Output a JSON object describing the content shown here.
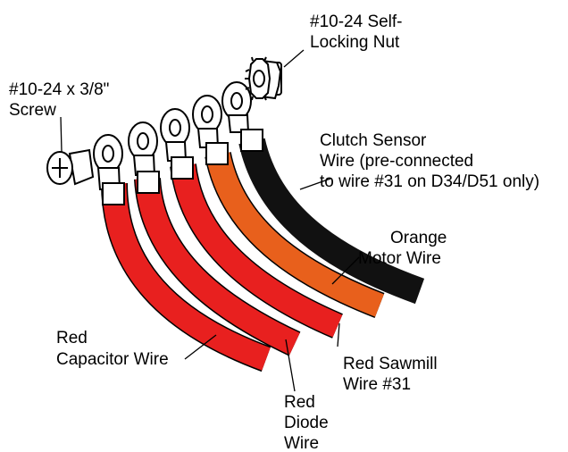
{
  "labels": {
    "nut": [
      "#10-24 Self-",
      "Locking Nut"
    ],
    "screw": [
      "#10-24 x 3/8\"",
      "Screw"
    ],
    "clutch": [
      "Clutch Sensor",
      "Wire (pre-connected",
      "to wire #31 on D34/D51 only)"
    ],
    "orange": [
      "Orange",
      "Motor Wire"
    ],
    "capacitor": [
      "Red",
      "Capacitor Wire"
    ],
    "sawmill": [
      "Red Sawmill",
      "Wire #31"
    ],
    "diode": [
      "Red",
      "Diode",
      "Wire"
    ]
  },
  "colors": {
    "red": "#e8201f",
    "orange": "#e8601c",
    "black": "#111111",
    "outline": "#000000"
  },
  "icons": [
    "screw-icon",
    "lock-nut-icon",
    "ring-terminal-icon"
  ]
}
